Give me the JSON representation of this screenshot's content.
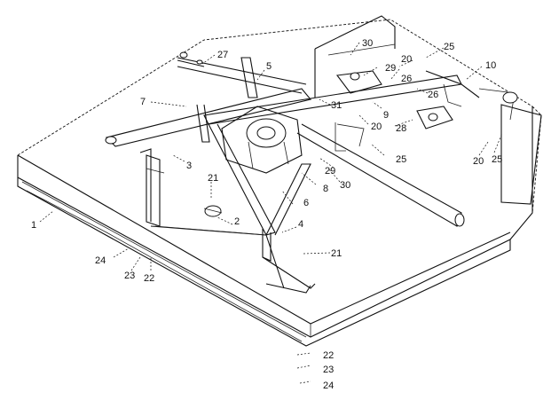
{
  "callouts": {
    "c1": "1",
    "c2": "2",
    "c3": "3",
    "c4": "4",
    "c5": "5",
    "c6": "6",
    "c7": "7",
    "c8": "8",
    "c9": "9",
    "c10": "10",
    "c20a": "20",
    "c20b": "20",
    "c20c": "20",
    "c21a": "21",
    "c21b": "21",
    "c22a": "22",
    "c22b": "22",
    "c23a": "23",
    "c23b": "23",
    "c24a": "24",
    "c24b": "24",
    "c25a": "25",
    "c25b": "25",
    "c25c": "25",
    "c26a": "26",
    "c26b": "26",
    "c27": "27",
    "c28": "28",
    "c29a": "29",
    "c29b": "29",
    "c30a": "30",
    "c30b": "30",
    "c31": "31"
  }
}
